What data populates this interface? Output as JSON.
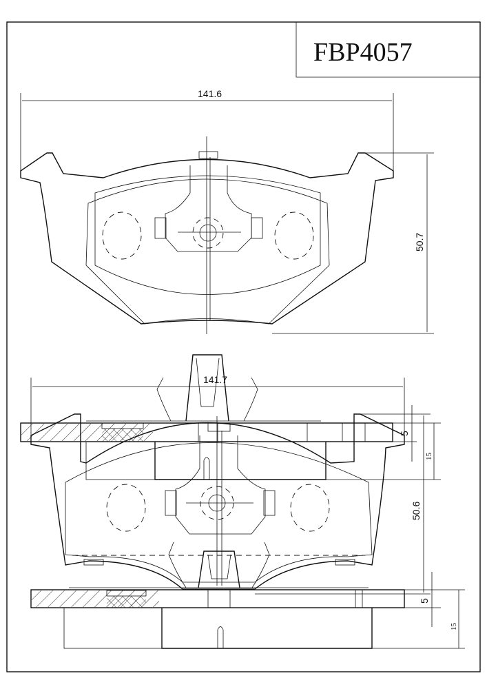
{
  "title": "FBP4057",
  "pad_top": {
    "width_label": "141.6",
    "height_label": "50.7",
    "thickness_plate_label": "5",
    "thickness_total_label": "15"
  },
  "pad_bottom": {
    "width_label": "141.7",
    "height_label": "50.6",
    "thickness_plate_label": "5",
    "thickness_total_label": "15"
  },
  "colors": {
    "line": "#111111",
    "background": "#ffffff"
  }
}
